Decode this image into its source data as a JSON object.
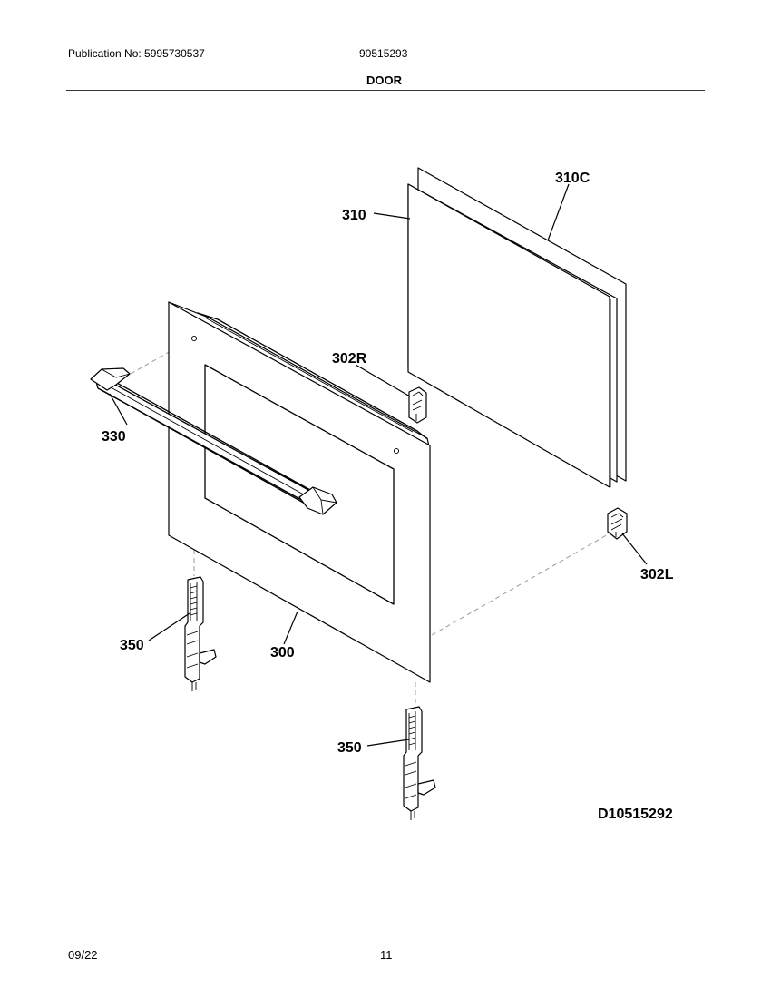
{
  "header": {
    "publication": "Publication No: 5995730537",
    "part_number": "90515293",
    "section_title": "DOOR"
  },
  "callouts": {
    "outer_door": "300",
    "bracket_right": "302R",
    "bracket_left": "302L",
    "glass": "310",
    "glass_coated": "310C",
    "handle": "330",
    "hinge_left": "350",
    "hinge_right": "350"
  },
  "diagram_id": "D10515292",
  "footer": {
    "date": "09/22",
    "page": "11"
  }
}
